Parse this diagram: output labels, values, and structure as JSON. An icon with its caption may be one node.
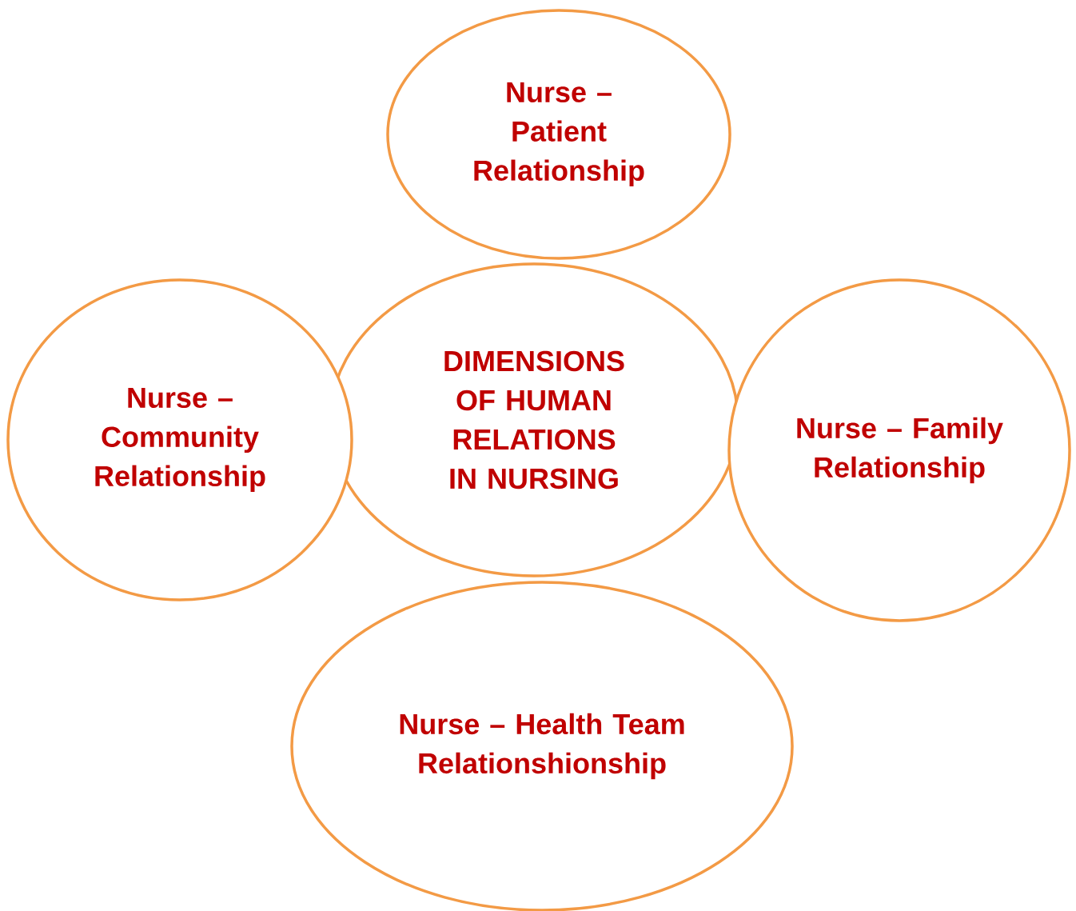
{
  "diagram": {
    "nodes": [
      {
        "text": [
          "Nurse – Patient Relationship"
        ]
      },
      {
        "text": [
          "Nurse – Community Relationship"
        ]
      },
      {
        "text": [
          "DIMENSIONS OF HUMAN RELATIONS IN NURSING"
        ]
      },
      {
        "text": [
          "Nurse – Family Relationship"
        ]
      },
      {
        "text": [
          "Nurse – Health Team Relationshionship"
        ]
      }
    ]
  }
}
